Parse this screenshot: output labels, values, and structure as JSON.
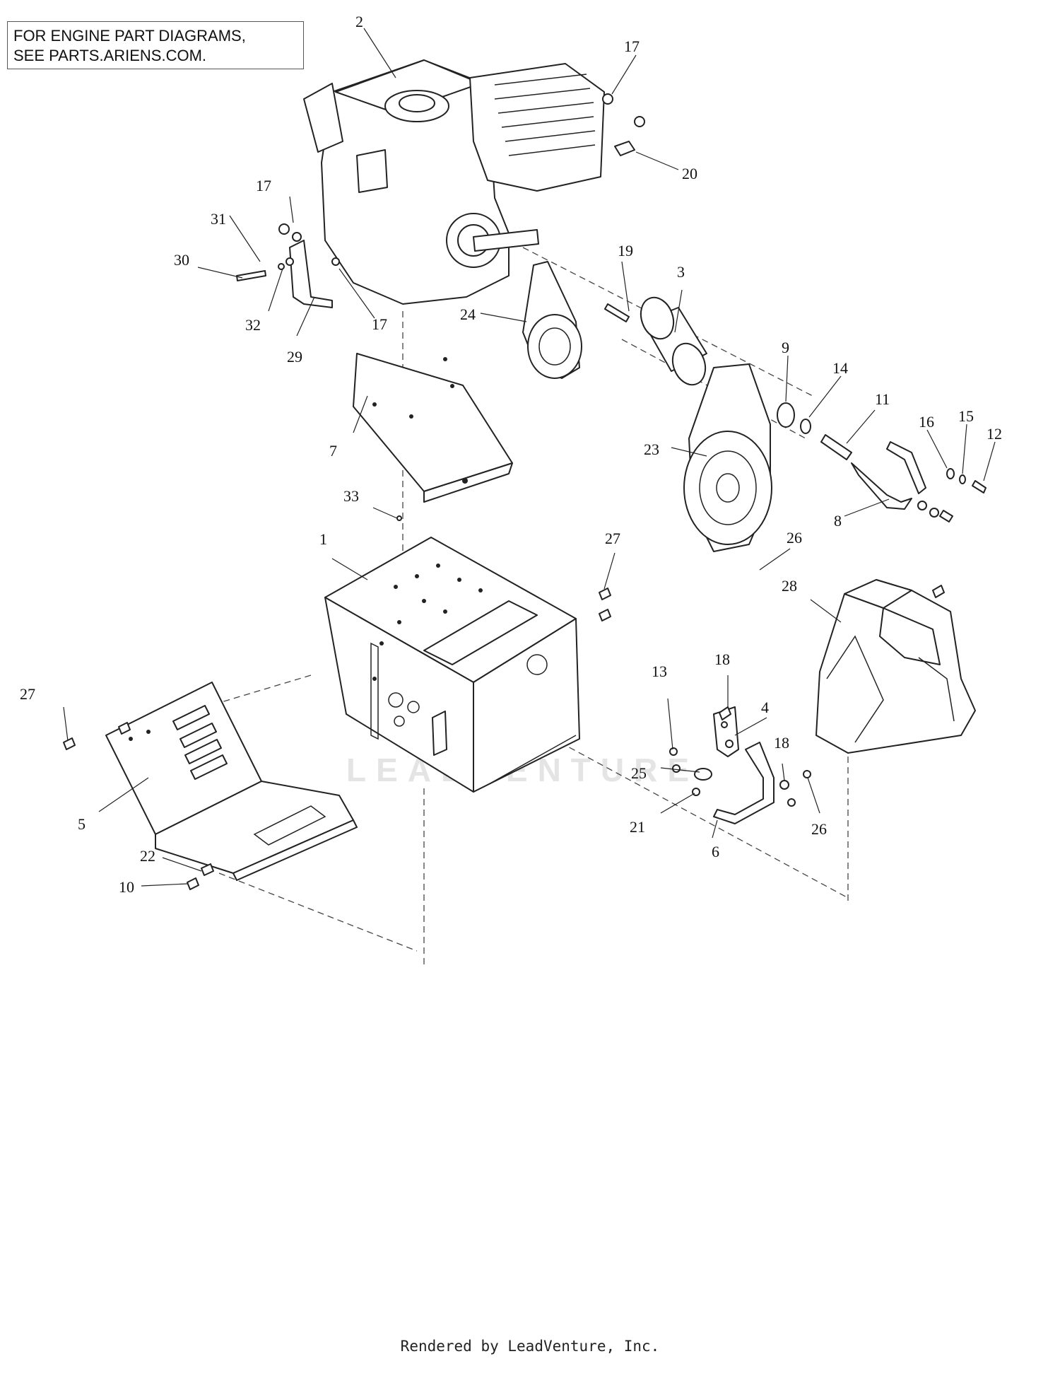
{
  "note": {
    "line1": "FOR ENGINE PART DIAGRAMS,",
    "line2": "SEE PARTS.ARIENS.COM."
  },
  "watermark": "LEADVENTURE",
  "footer": "Rendered by LeadVenture, Inc.",
  "callouts": [
    "1",
    "2",
    "3",
    "4",
    "5",
    "6",
    "7",
    "8",
    "9",
    "10",
    "11",
    "12",
    "13",
    "14",
    "15",
    "16",
    "17",
    "17",
    "17",
    "18",
    "18",
    "19",
    "20",
    "21",
    "22",
    "23",
    "24",
    "25",
    "26",
    "26",
    "27",
    "27",
    "28",
    "29",
    "30",
    "31",
    "32",
    "33"
  ]
}
